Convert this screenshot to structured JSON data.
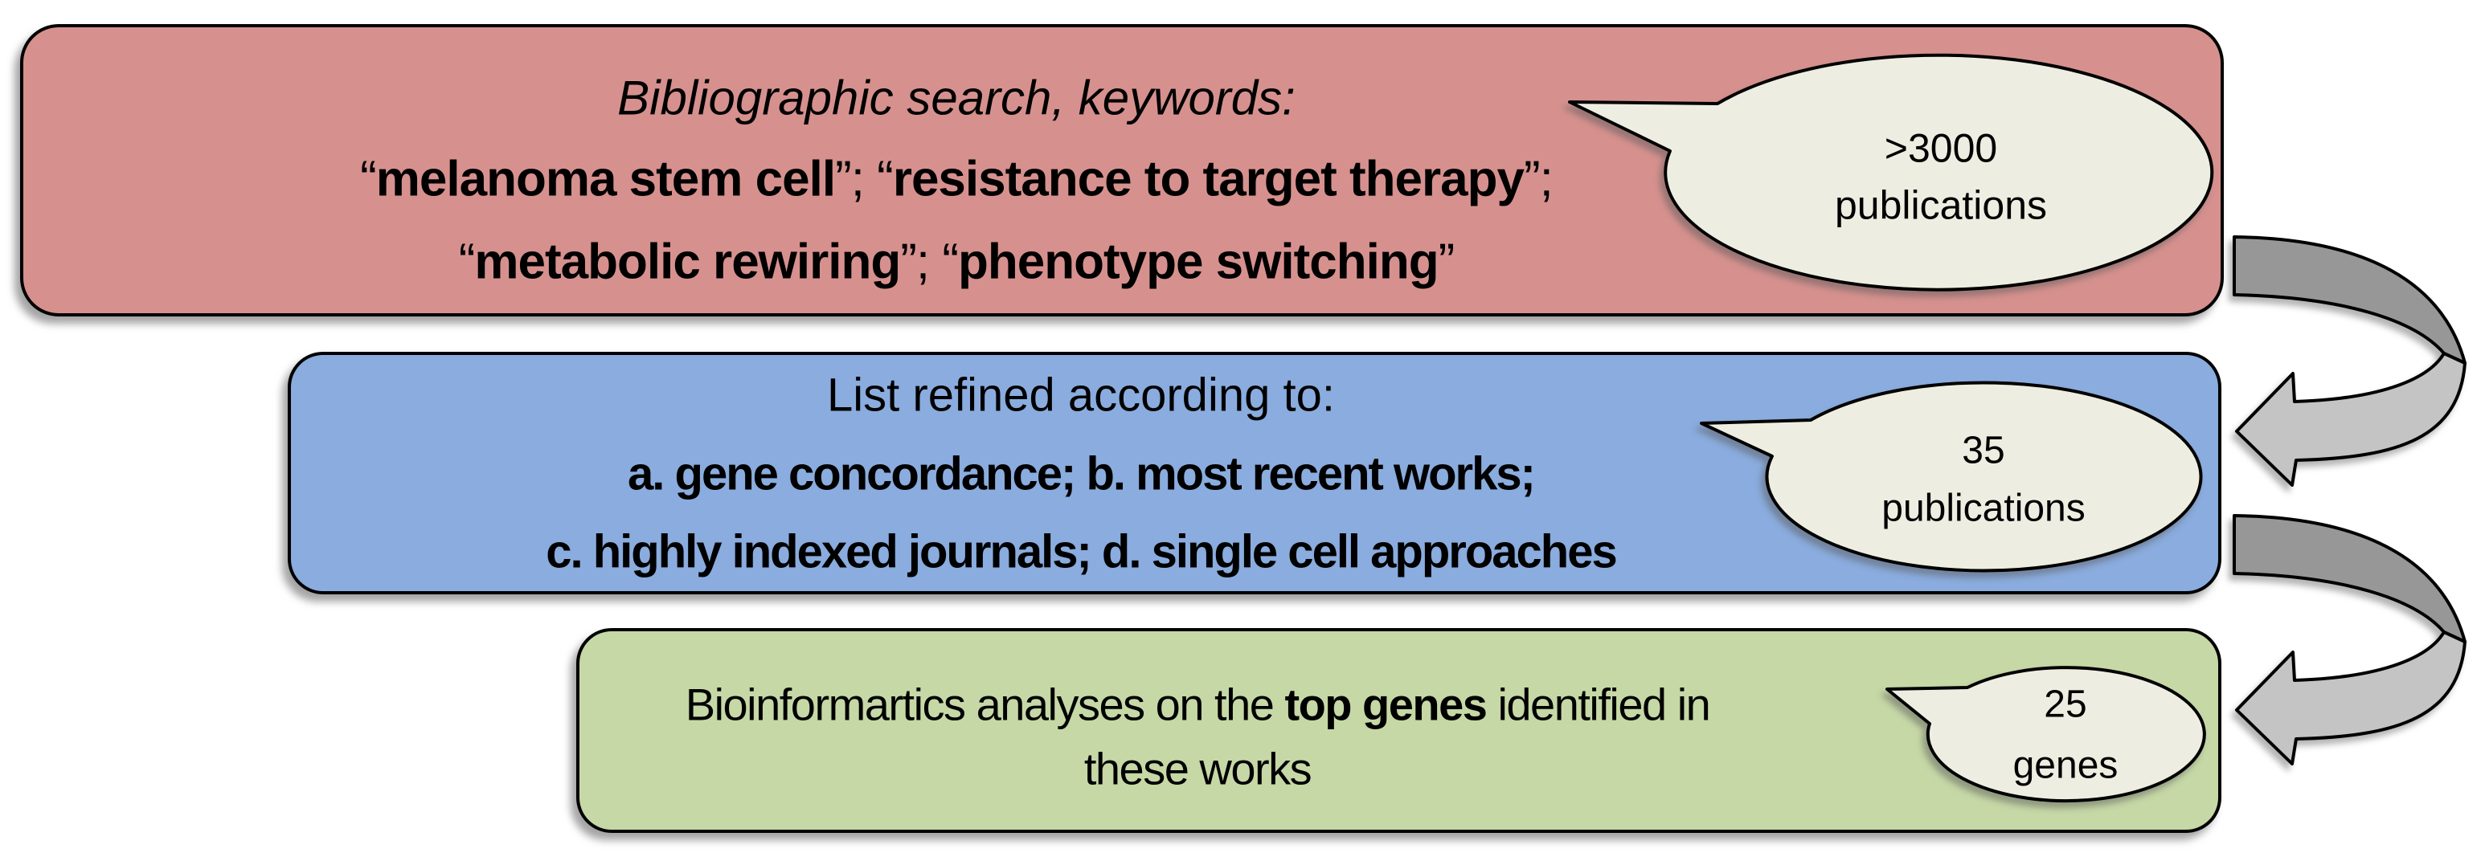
{
  "title": "Bibliographic search workflow diagram",
  "colors": {
    "background": "#ffffff",
    "search_box": "#d6918e",
    "refine_box": "#8aacde",
    "bioinfo_box": "#c6d8a6",
    "bubble_fill": "#eeede1",
    "arrow_dark": "#979797",
    "arrow_light": "#c4c4c4",
    "outline": "#000000",
    "text": "#000000"
  },
  "boxes": [
    {
      "name": "bibliographic-search",
      "lines": [
        {
          "segs": [
            {
              "t": "Bibliographic search, keywords:",
              "style": "italic"
            }
          ]
        },
        {
          "segs": [
            {
              "t": "“",
              "style": "regular"
            },
            {
              "t": "melanoma stem cell",
              "style": "bold"
            },
            {
              "t": "”; “",
              "style": "regular"
            },
            {
              "t": "resistance to target therapy",
              "style": "bold"
            },
            {
              "t": "”;",
              "style": "regular"
            }
          ]
        },
        {
          "segs": [
            {
              "t": "“",
              "style": "regular"
            },
            {
              "t": "metabolic rewiring",
              "style": "bold"
            },
            {
              "t": "”; “",
              "style": "regular"
            },
            {
              "t": "phenotype switching",
              "style": "bold"
            },
            {
              "t": "”",
              "style": "regular"
            }
          ]
        }
      ]
    },
    {
      "name": "list-refined",
      "lines": [
        {
          "segs": [
            {
              "t": "List refined according to:",
              "style": "regular"
            }
          ]
        },
        {
          "segs": [
            {
              "t": "a. gene concordance; b. most recent works;",
              "style": "bold"
            }
          ]
        },
        {
          "segs": [
            {
              "t": "c. highly indexed journals; d. single cell approaches",
              "style": "bold"
            }
          ]
        }
      ]
    },
    {
      "name": "bioinformatics-analyses",
      "lines": [
        {
          "segs": [
            {
              "t": "Bioinformartics analyses on the ",
              "style": "regular"
            },
            {
              "t": "top genes",
              "style": "bold"
            },
            {
              "t": " identified in",
              "style": "regular"
            }
          ]
        },
        {
          "segs": [
            {
              "t": "these works",
              "style": "regular"
            }
          ]
        }
      ]
    }
  ],
  "bubbles": [
    {
      "name": "publications-over-3000",
      "lines": [
        ">3000",
        "publications"
      ]
    },
    {
      "name": "publications-35",
      "lines": [
        "35",
        "publications"
      ]
    },
    {
      "name": "genes-25",
      "lines": [
        "25",
        "genes"
      ]
    }
  ]
}
